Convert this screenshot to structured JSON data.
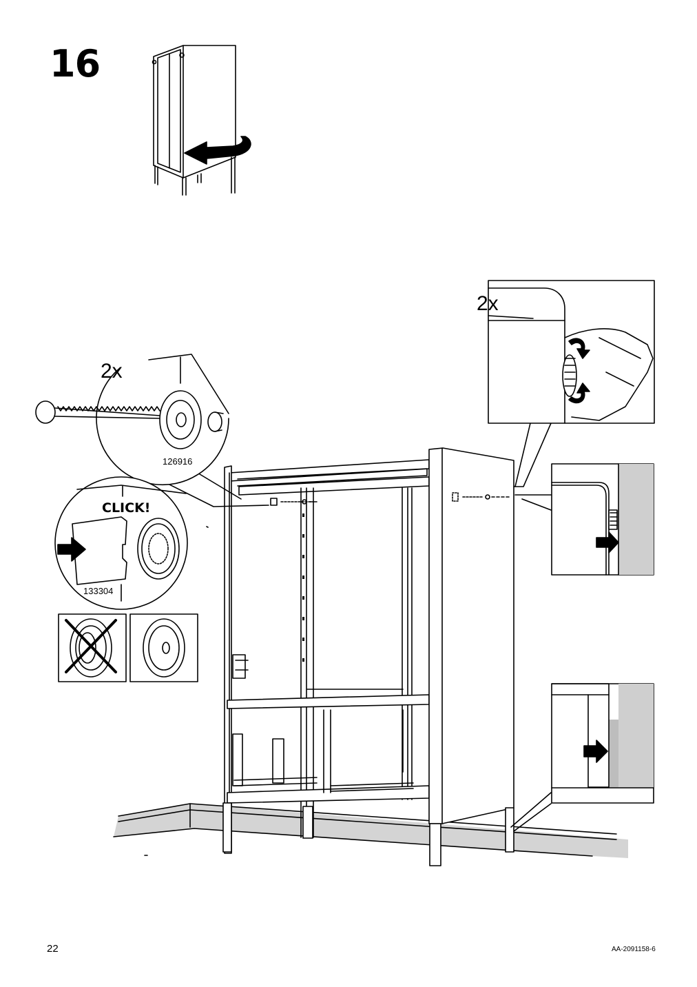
{
  "step": {
    "number": "16"
  },
  "detail_screw": {
    "quantity": "2x",
    "part_number": "126916"
  },
  "detail_cover": {
    "sound_label": "CLICK!",
    "part_number": "133304"
  },
  "detail_knob": {
    "quantity": "2x"
  },
  "comparison": {
    "wrong_icon": "cross-mark-icon",
    "right_icon": "flush-cap-icon"
  },
  "footer": {
    "page_number": "22",
    "document_code": "AA-2091158-6"
  }
}
